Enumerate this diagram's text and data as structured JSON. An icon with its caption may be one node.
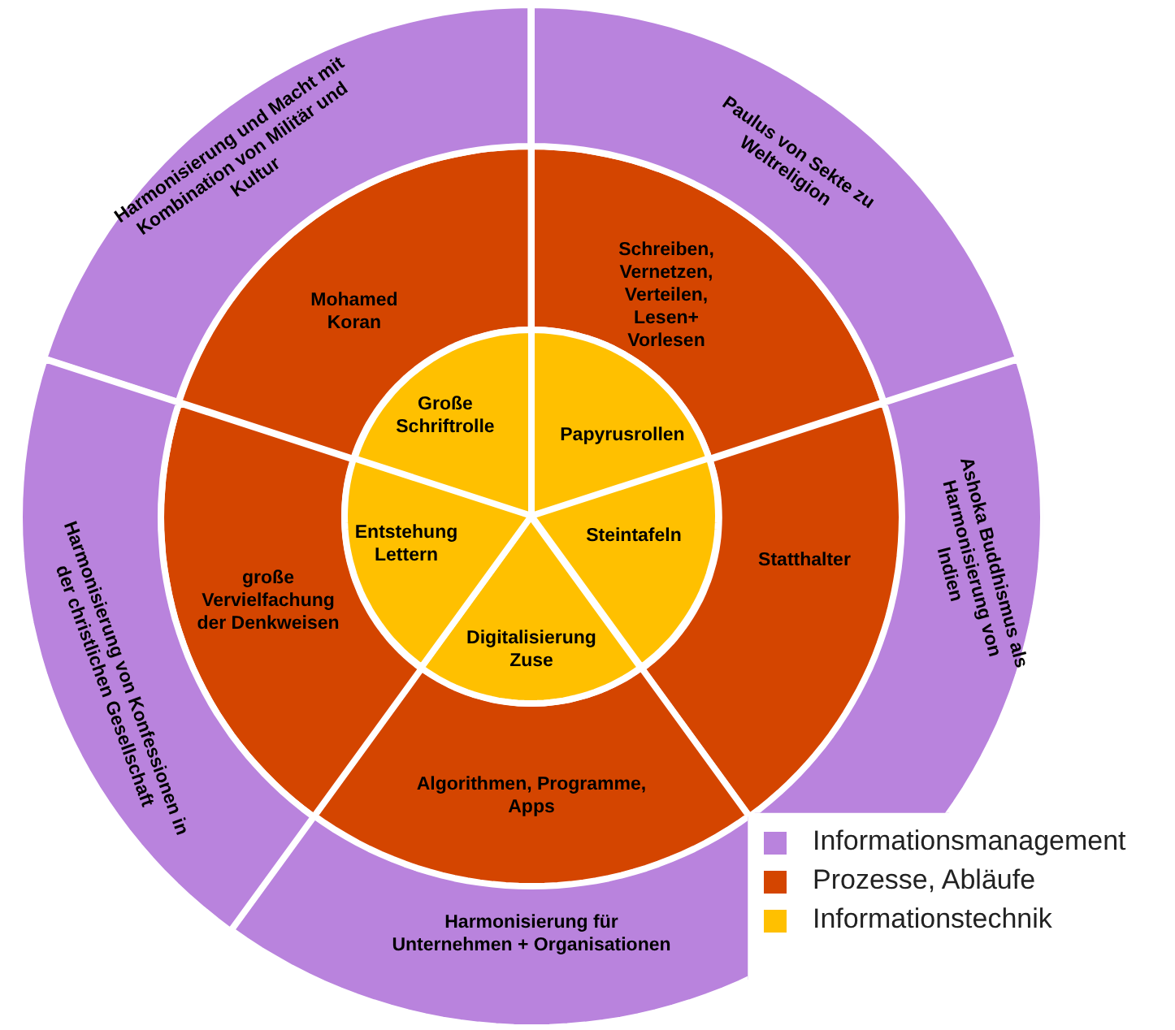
{
  "diagram": {
    "nodes": [
      {
        "text": [
          "Harmonisierung und Macht mit Kombination von Militär und Kultur"
        ]
      },
      {
        "text": [
          "Paulus von Sekte zu Weltreligion"
        ]
      },
      {
        "text": [
          "Ashoka Buddhismus als Harmonisierung von Indien"
        ]
      },
      {
        "text": [
          "Harmonisierung für Unternehmen + Organisationen"
        ]
      },
      {
        "text": [
          "Harmonisierung von Konfessionen in der christlichen Gesellschaft"
        ]
      },
      {
        "text": [
          "Mohamed Koran"
        ]
      },
      {
        "text": [
          "Schreiben, Vernetzen, Verteilen, Lesen+ Vorlesen"
        ]
      },
      {
        "text": [
          "Statthalter"
        ]
      },
      {
        "text": [
          "Algorithmen, Programme, Apps"
        ]
      },
      {
        "text": [
          "große Vervielfachung der Denkweisen"
        ]
      },
      {
        "text": [
          "Große Schriftrolle"
        ]
      },
      {
        "text": [
          "Papyrusrollen"
        ]
      },
      {
        "text": [
          "Steintafeln"
        ]
      },
      {
        "text": [
          "Digitalisierung Zuse"
        ]
      },
      {
        "text": [
          "Entstehung Lettern"
        ]
      }
    ],
    "legend": [
      {
        "text": "Informationsmanagement",
        "color": "#b983dd"
      },
      {
        "text": "Prozesse, Abläufe",
        "color": "#d44500"
      },
      {
        "text": "Informationstechnik",
        "color": "#ffc000"
      }
    ]
  }
}
